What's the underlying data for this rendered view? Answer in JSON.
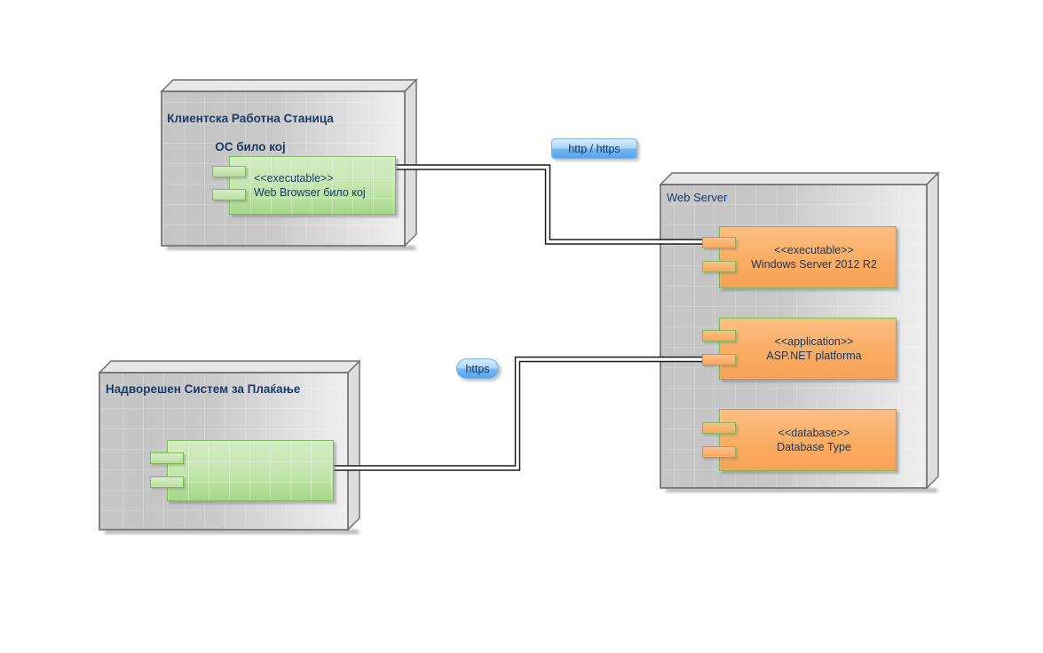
{
  "nodes": {
    "client": {
      "title": "Клиентска Работна Станица",
      "subtitle": "ОС било кој",
      "component": {
        "stereotype": "<<executable>>",
        "name": "Web Browser било кој"
      }
    },
    "payment": {
      "title": "Надворешен Систем за Плаќање",
      "component": {
        "stereotype": "",
        "name": ""
      }
    },
    "webserver": {
      "title": "Web Server",
      "components": [
        {
          "stereotype": "<<executable>>",
          "name": "Windows Server 2012 R2"
        },
        {
          "stereotype": "<<application>>",
          "name": "ASP.NET platforma"
        },
        {
          "stereotype": "<<database>>",
          "name": "Database Type"
        }
      ]
    }
  },
  "connectors": {
    "client_webserver": {
      "label": "http / https"
    },
    "payment_webserver": {
      "label": "https"
    }
  },
  "colors": {
    "node_title_text": "#1b3a66",
    "component_text": "#17375E",
    "component_green_fill": "#b9df9e",
    "component_orange_fill": "#f9a85c",
    "component_border_green": "#7db954",
    "node_face_gray": "#c6c6c6",
    "badge_blue": "#58a5ec",
    "connector_black": "#1a1a1a"
  }
}
